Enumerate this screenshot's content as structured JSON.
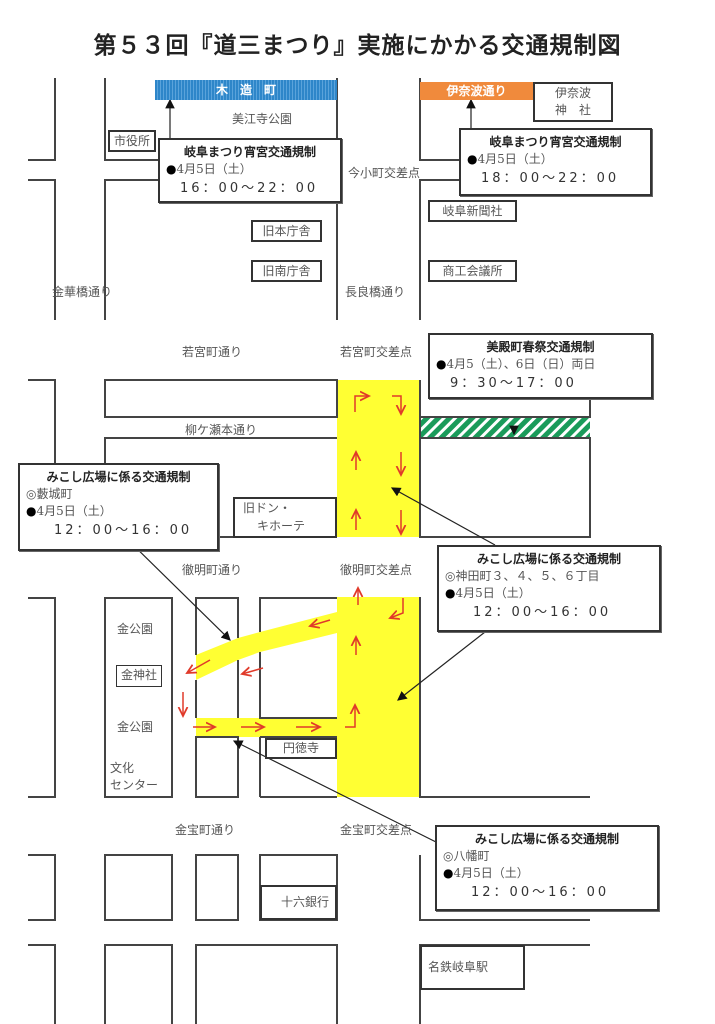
{
  "title": "第５３回『道三まつり』実施にかかる交通規制図",
  "colors": {
    "kiyamachi": "#2e86c9",
    "inaba": "#f08a3c",
    "yellow_zone": "#ffff33",
    "green_zone": "#1a9b5a",
    "arrow": "#e03a2a"
  },
  "bands": {
    "kiyamachi": "木　造　町",
    "inaba_dori": "伊奈波通り"
  },
  "places": {
    "inaba_shrine_1": "伊奈波",
    "inaba_shrine_2": "神　社",
    "mieji_park": "美江寺公園",
    "city_hall": "市役所",
    "old_main_office": "旧本庁舎",
    "old_south_office": "旧南庁舎",
    "gifu_shimbun": "岐阜新聞社",
    "chamber": "商工会議所",
    "old_donki_1": "旧ドン・",
    "old_donki_2": "キホーテ",
    "kin_park_1": "金公園",
    "kin_shrine": "金神社",
    "kin_park_2": "金公園",
    "culture_center_1": "文化",
    "culture_center_2": "センター",
    "entokuji": "円徳寺",
    "juroku_bank": "十六銀行",
    "meitetsu_gifu": "名鉄岐阜駅"
  },
  "streets": {
    "kinkabashi": "金華橋通り",
    "nagarabashi": "長良橋通り",
    "imakomachi_x": "今小町交差点",
    "wakamiya": "若宮町通り",
    "wakamiya_x": "若宮町交差点",
    "yanagase": "柳ケ瀬本通り",
    "tetsumei": "徹明町通り",
    "tetsumei_x": "徹明町交差点",
    "kanedakara": "金宝町通り",
    "kanedakara_x": "金宝町交差点"
  },
  "callouts": {
    "c1": {
      "title": "岐阜まつり宵宮交通規制",
      "date": "4月5日（土）",
      "time": "16：00～22：00"
    },
    "c2": {
      "title": "岐阜まつり宵宮交通規制",
      "date": "4月5日（土）",
      "time": "18：00～22：00"
    },
    "c3": {
      "title": "美殿町春祭交通規制",
      "date": "4月5（土）、6日（日）両日",
      "time": "9：30～17：00"
    },
    "c4": {
      "title": "みこし広場に係る交通規制",
      "area": "◎藪城町",
      "date": "4月5日（土）",
      "time": "12：00～16：00"
    },
    "c5": {
      "title": "みこし広場に係る交通規制",
      "area": "◎神田町３、４、５、６丁目",
      "date": "4月5日（土）",
      "time": "12：00～16：00"
    },
    "c6": {
      "title": "みこし広場に係る交通規制",
      "area": "◎八幡町",
      "date": "4月5日（土）",
      "time": "12：00～16：00"
    }
  },
  "bullet": "●"
}
